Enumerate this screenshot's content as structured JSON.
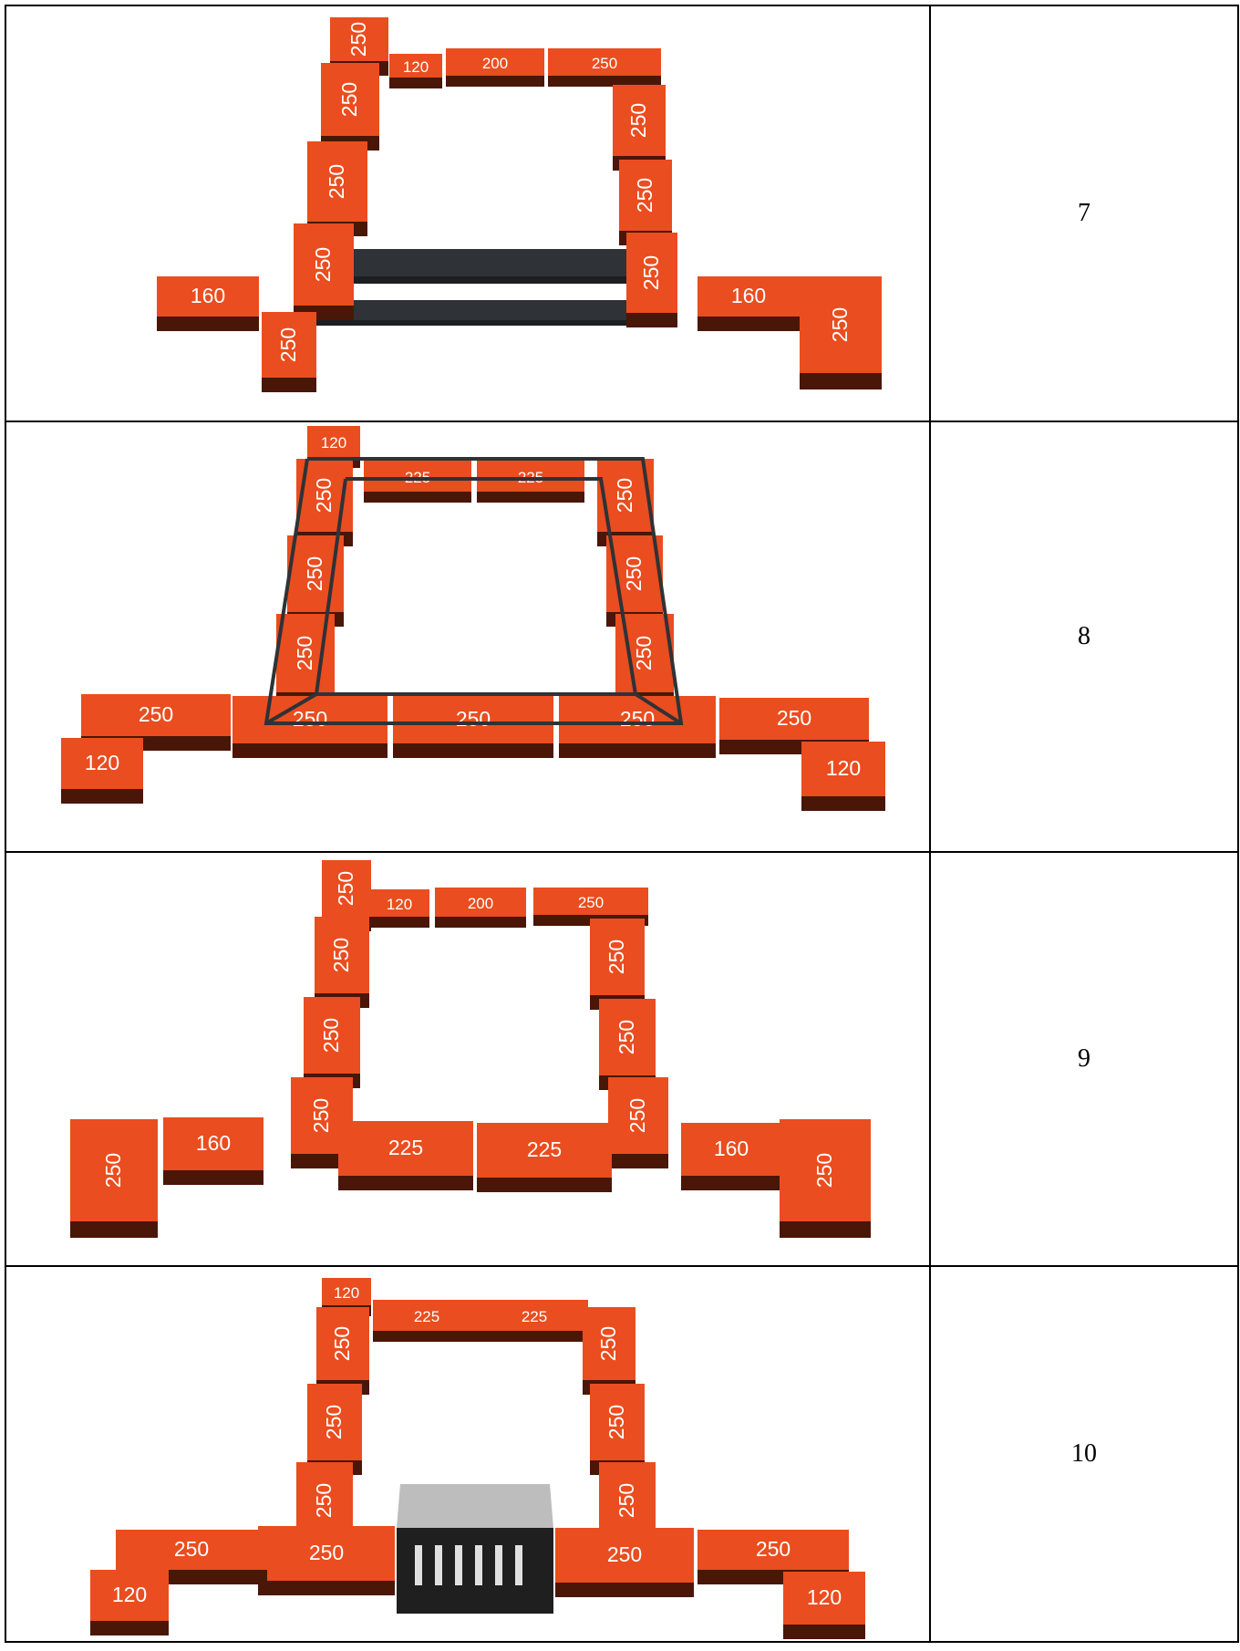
{
  "rows": [
    {
      "step": "7",
      "bricks": [
        {
          "label": "250",
          "vertical": true
        },
        {
          "label": "120"
        },
        {
          "label": "200"
        },
        {
          "label": "250"
        },
        {
          "label": "250",
          "vertical": true
        },
        {
          "label": "250",
          "vertical": true
        },
        {
          "label": "250",
          "vertical": true
        },
        {
          "label": "250",
          "vertical": true
        },
        {
          "label": "250",
          "vertical": true
        },
        {
          "label": "250",
          "vertical": true
        },
        {
          "label": "250",
          "vertical": true
        },
        {
          "label": "160"
        },
        {
          "label": "160"
        },
        {
          "label": "250",
          "vertical": true
        }
      ],
      "has_steel_channel": true
    },
    {
      "step": "8",
      "bricks": [
        {
          "label": "120"
        },
        {
          "label": "225"
        },
        {
          "label": "225"
        },
        {
          "label": "250",
          "vertical": true
        },
        {
          "label": "250",
          "vertical": true
        },
        {
          "label": "250",
          "vertical": true
        },
        {
          "label": "250",
          "vertical": true
        },
        {
          "label": "250",
          "vertical": true
        },
        {
          "label": "250",
          "vertical": true
        },
        {
          "label": "250"
        },
        {
          "label": "250"
        },
        {
          "label": "250"
        },
        {
          "label": "250"
        },
        {
          "label": "250"
        },
        {
          "label": "120"
        },
        {
          "label": "120"
        }
      ],
      "has_frame": true
    },
    {
      "step": "9",
      "bricks": [
        {
          "label": "250",
          "vertical": true
        },
        {
          "label": "120"
        },
        {
          "label": "200"
        },
        {
          "label": "250"
        },
        {
          "label": "250",
          "vertical": true
        },
        {
          "label": "250",
          "vertical": true
        },
        {
          "label": "250",
          "vertical": true
        },
        {
          "label": "250",
          "vertical": true
        },
        {
          "label": "250",
          "vertical": true
        },
        {
          "label": "250",
          "vertical": true
        },
        {
          "label": "250",
          "vertical": true
        },
        {
          "label": "160"
        },
        {
          "label": "225"
        },
        {
          "label": "225"
        },
        {
          "label": "160"
        },
        {
          "label": "250",
          "vertical": true
        }
      ]
    },
    {
      "step": "10",
      "bricks": [
        {
          "label": "120"
        },
        {
          "label": "225"
        },
        {
          "label": "225"
        },
        {
          "label": "250",
          "vertical": true
        },
        {
          "label": "250",
          "vertical": true
        },
        {
          "label": "250",
          "vertical": true
        },
        {
          "label": "250",
          "vertical": true
        },
        {
          "label": "250",
          "vertical": true
        },
        {
          "label": "250",
          "vertical": true
        },
        {
          "label": "250"
        },
        {
          "label": "250"
        },
        {
          "label": "250"
        },
        {
          "label": "250"
        },
        {
          "label": "120"
        },
        {
          "label": "120"
        }
      ],
      "has_firebox": true
    }
  ],
  "colors": {
    "brick_top": "#ea4d1f",
    "brick_front": "#4a1608",
    "brick_side": "#6a1d0a",
    "steel": "#2f3236",
    "firebox_top": "#bdbdbd",
    "firebox_body": "#1f1f1f"
  }
}
